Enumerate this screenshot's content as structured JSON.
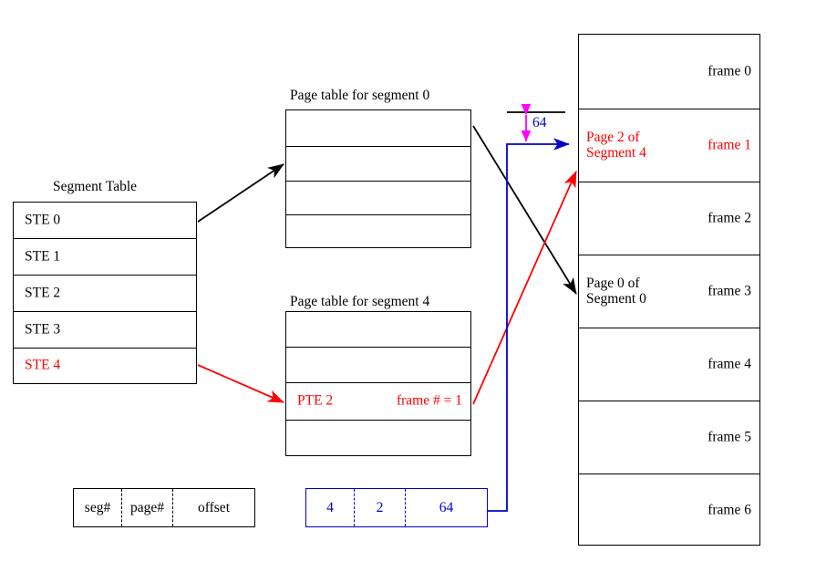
{
  "diagram": {
    "title_segment_table": "Segment Table",
    "title_page_table_0": "Page table for segment 0",
    "title_page_table_4": "Page table for segment 4",
    "offset_label": "64",
    "colors": {
      "normal": "#000000",
      "highlight": "#ff0000",
      "address": "#0000cc",
      "measure": "#ff00ff"
    }
  },
  "segment_table": {
    "entries": [
      {
        "label": "STE 0",
        "color": "normal"
      },
      {
        "label": "STE 1",
        "color": "normal"
      },
      {
        "label": "STE 2",
        "color": "normal"
      },
      {
        "label": "STE 3",
        "color": "normal"
      },
      {
        "label": "STE 4",
        "color": "highlight"
      }
    ]
  },
  "page_table_0": {
    "rows": [
      {
        "left": "",
        "right": ""
      },
      {
        "left": "",
        "right": ""
      },
      {
        "left": "",
        "right": ""
      },
      {
        "left": "",
        "right": ""
      }
    ]
  },
  "page_table_4": {
    "rows": [
      {
        "left": "",
        "right": "",
        "color": "normal"
      },
      {
        "left": "",
        "right": "",
        "color": "normal"
      },
      {
        "left": "PTE 2",
        "right": "frame # = 1",
        "color": "highlight"
      },
      {
        "left": "",
        "right": "",
        "color": "normal"
      }
    ]
  },
  "memory": {
    "frames": [
      {
        "name": "frame 0",
        "content": "",
        "color": "normal"
      },
      {
        "name": "frame 1",
        "content": "Page 2 of\nSegment 4",
        "content_line1": "Page 2 of",
        "content_line2": "Segment 4",
        "color": "highlight"
      },
      {
        "name": "frame 2",
        "content": "",
        "color": "normal"
      },
      {
        "name": "frame 3",
        "content_line1": "Page 0 of",
        "content_line2": "Segment 0",
        "color": "normal"
      },
      {
        "name": "frame 4",
        "content": "",
        "color": "normal"
      },
      {
        "name": "frame 5",
        "content": "",
        "color": "normal"
      },
      {
        "name": "frame 6",
        "content": "",
        "color": "normal"
      }
    ]
  },
  "address_format": {
    "fields": [
      "seg#",
      "page#",
      "offset"
    ]
  },
  "address_value": {
    "fields": [
      "4",
      "2",
      "64"
    ]
  }
}
